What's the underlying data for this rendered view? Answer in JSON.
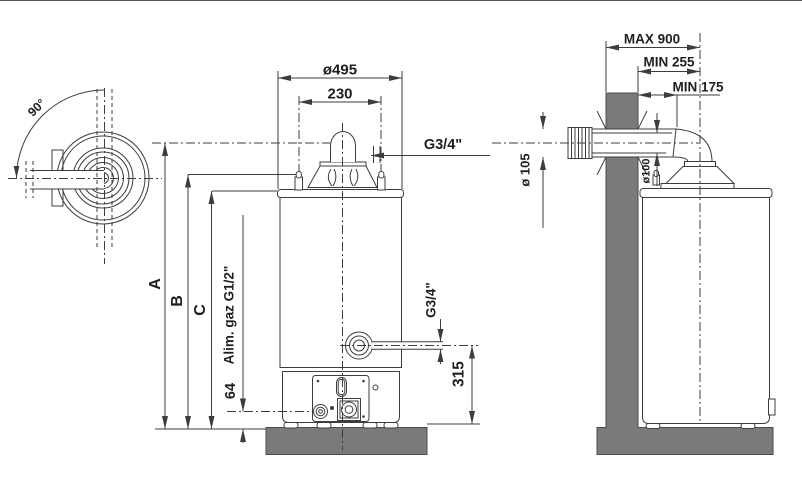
{
  "diagram": {
    "title": "gas-water-heater-dimension-drawing",
    "colors": {
      "line": "#3d3d3d",
      "wall_fill": "#7a7a7a",
      "background": "#ffffff",
      "text": "#1f1f1f"
    },
    "top_view": {
      "rotation_angle": "90°"
    },
    "front_view": {
      "diameter": "ø495",
      "flue_offset": "230",
      "top_connection": "G3/4\"",
      "height_a": "A",
      "height_b": "B",
      "height_c": "C",
      "gas_supply": "Alim. gaz G1/2\"",
      "gas_height": "64",
      "side_connection": "G3/4\"",
      "side_connection_height": "315"
    },
    "side_view": {
      "max_depth": "MAX 900",
      "min_depth": "MIN 255",
      "min_clearance": "MIN 175",
      "flue_outer_diameter": "ø 105",
      "flue_inner_diameter": "ø100"
    }
  }
}
